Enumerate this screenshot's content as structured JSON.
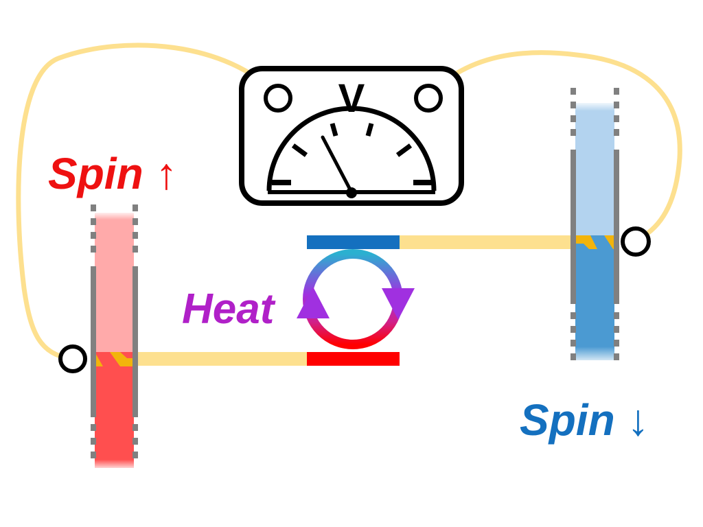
{
  "labels": {
    "spin_up": "Spin ↑",
    "spin_down": "Spin ↓",
    "heat": "Heat",
    "voltmeter_symbol": "V"
  },
  "colors": {
    "spin_up": "#ee1111",
    "spin_up_column_light": "#ffaaaa",
    "spin_up_column": "#ff4f4f",
    "spin_up_contact": "#ff0000",
    "spin_down": "#1470bf",
    "spin_down_column_light": "#b3d3ef",
    "spin_down_column": "#4b9ad2",
    "spin_down_contact": "#1470bf",
    "heat": "#b020c8",
    "wire": "#fde08f",
    "wall": "#808080",
    "interface": "#f2b40c",
    "meter": "#000000"
  },
  "icons": {
    "meter": "voltmeter-icon",
    "cycle": "circular-arrows-icon",
    "terminals": "terminal-circle-icon"
  }
}
